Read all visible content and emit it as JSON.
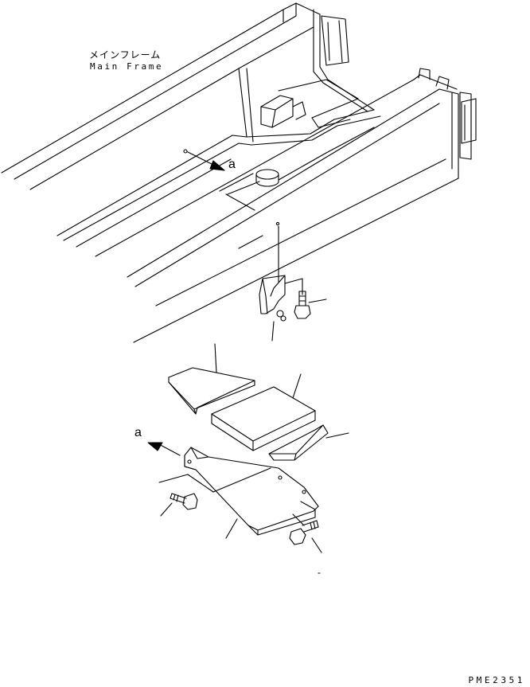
{
  "labels": {
    "main_frame_jp": "メインフレーム",
    "main_frame_en": "Main Frame",
    "view_arrow_top": "a",
    "view_arrow_bottom": "a",
    "drawing_code": "PME2351"
  }
}
